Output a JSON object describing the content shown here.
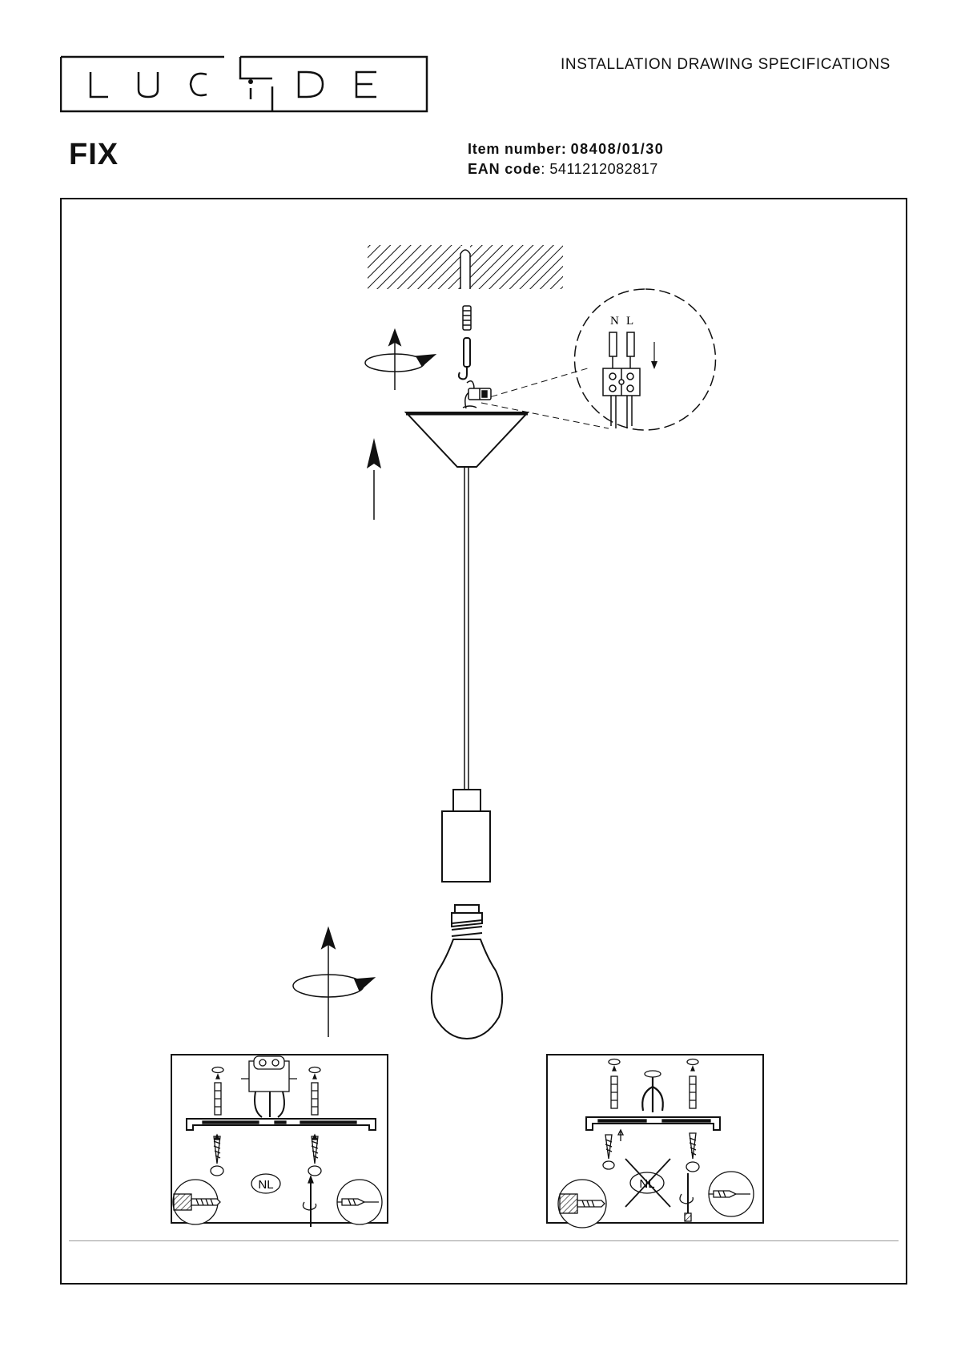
{
  "header": {
    "brand_letters": [
      "L",
      "U",
      "C",
      "I",
      "D",
      "E"
    ],
    "doc_type": "INSTALLATION DRAWING SPECIFICATIONS",
    "product_name": "FIX",
    "item_number_label": "Item number:",
    "item_number": "08408/01/30",
    "ean_label": "EAN code",
    "ean_code": ": 5411212082817"
  },
  "drawing": {
    "wire_labels": {
      "neutral": "N",
      "live": "L"
    },
    "mount_badge": "NL"
  }
}
